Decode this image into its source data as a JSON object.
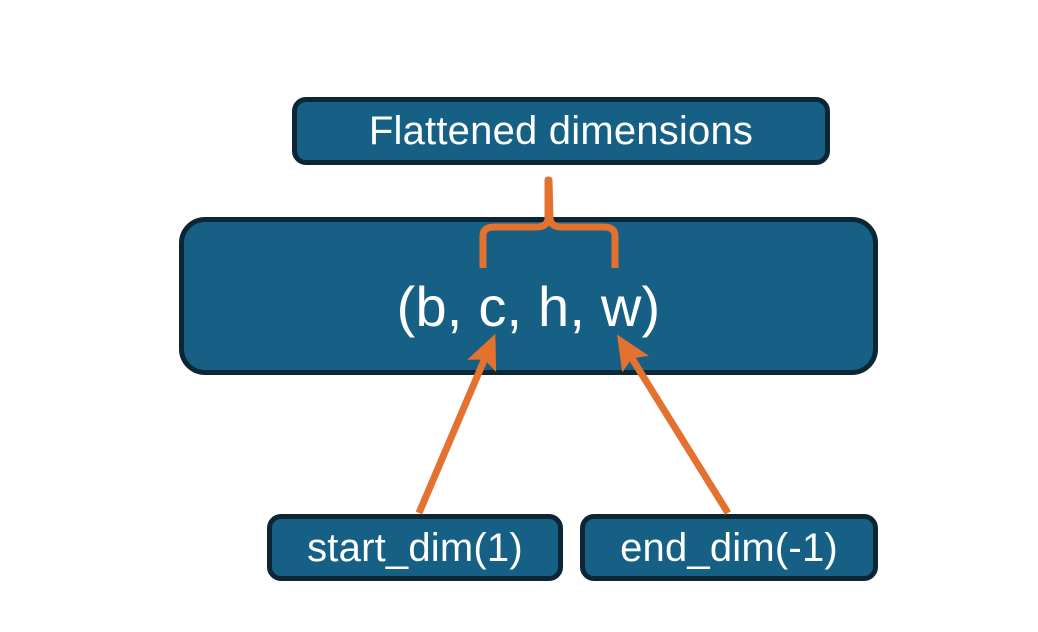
{
  "diagram": {
    "title_text": "Flattened dimensions",
    "shape_tuple": "(b, c, h, w)",
    "start_dim_label": "start_dim(1)",
    "end_dim_label": "end_dim(-1)",
    "colors": {
      "box_fill": "#166086",
      "box_border": "#0d2635",
      "connector": "#e2722e",
      "label_text": "#ffffff",
      "background": "#ffffff"
    },
    "nodes": [
      {
        "name": "flattened-dimensions",
        "label": "Flattened dimensions"
      },
      {
        "name": "shape-tuple",
        "label": "(b, c, h, w)"
      },
      {
        "name": "start-dim",
        "label": "start_dim(1)"
      },
      {
        "name": "end-dim",
        "label": "end_dim(-1)"
      }
    ],
    "connectors": [
      {
        "name": "brace-to-flattened",
        "kind": "curly-brace",
        "from": "shape-tuple",
        "to": "flattened-dimensions"
      },
      {
        "name": "arrow-start-dim",
        "kind": "arrow",
        "from": "start-dim",
        "to": "shape-tuple"
      },
      {
        "name": "arrow-end-dim",
        "kind": "arrow",
        "from": "end-dim",
        "to": "shape-tuple"
      }
    ]
  }
}
